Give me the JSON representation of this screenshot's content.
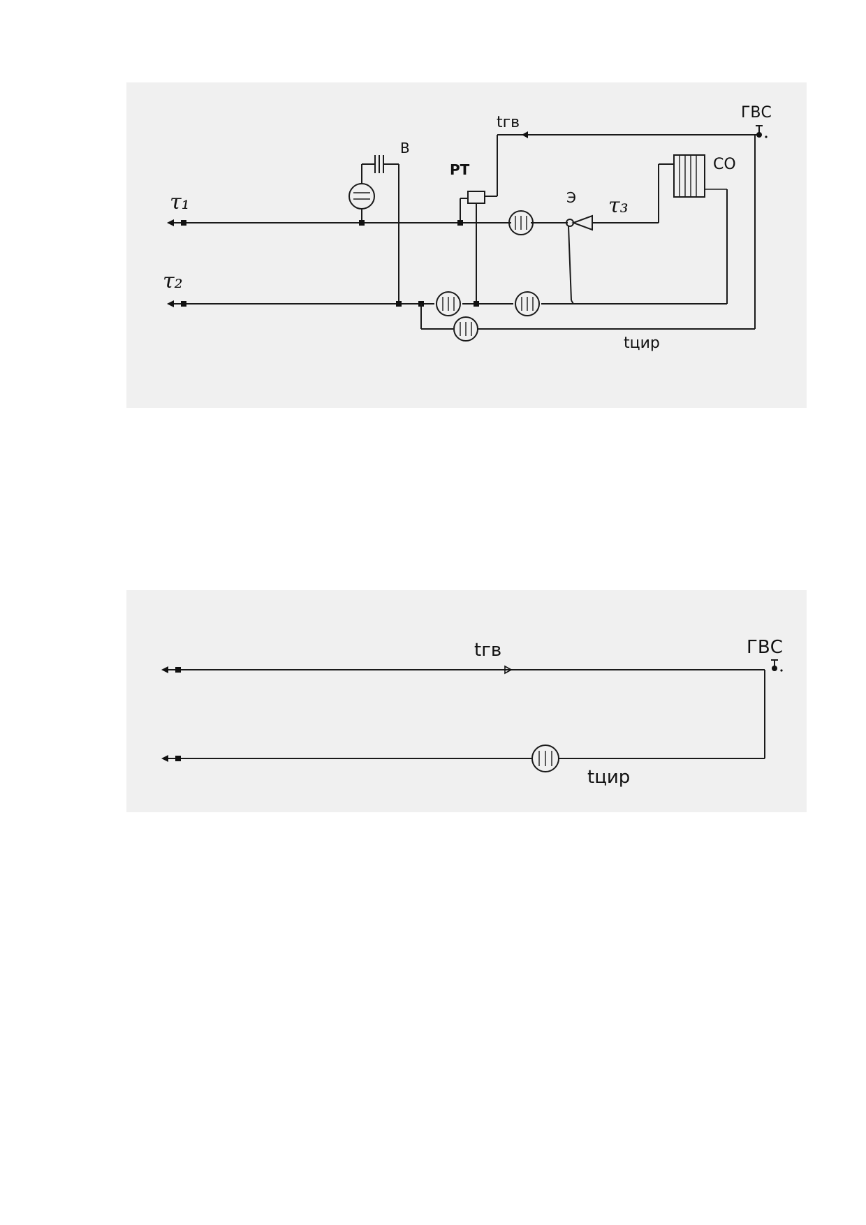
{
  "diagram1": {
    "labels": {
      "tau1": "τ₁",
      "tau2": "τ₂",
      "tau3": "τ₃",
      "valve_b": "В",
      "regulator": "РТ",
      "elevator": "Э",
      "heating_system": "СО",
      "hot_water_temp": "tгв",
      "hot_water_supply": "ГВС",
      "circulation_temp": "tцир"
    }
  },
  "diagram2": {
    "labels": {
      "hot_water_temp": "tгв",
      "hot_water_supply": "ГВС",
      "circulation_temp": "tцир"
    }
  }
}
